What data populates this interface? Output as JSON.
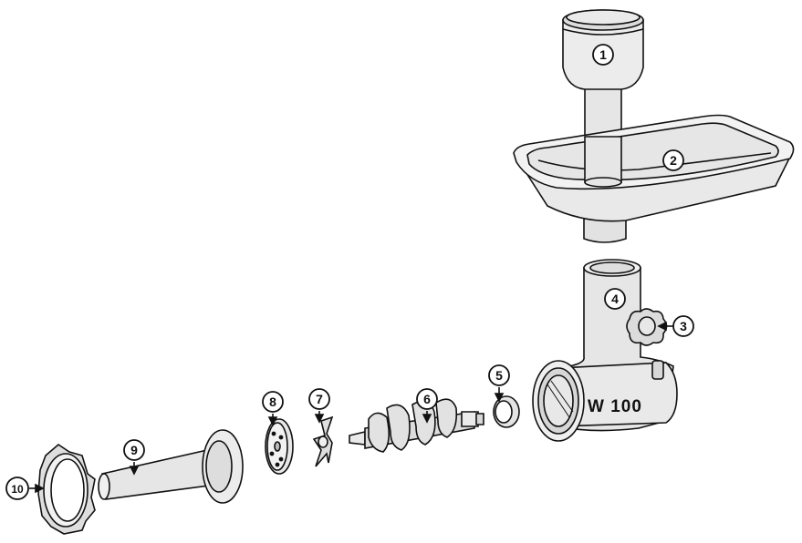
{
  "brand_label": "W 100",
  "callouts": [
    "1",
    "2",
    "3",
    "4",
    "5",
    "6",
    "7",
    "8",
    "9",
    "10"
  ],
  "colors": {
    "outline": "#111111",
    "body_fill": "#e4e4e4",
    "light_fill": "#f1f1f1",
    "shade_fill": "#cfcfcf",
    "background": "#ffffff"
  }
}
